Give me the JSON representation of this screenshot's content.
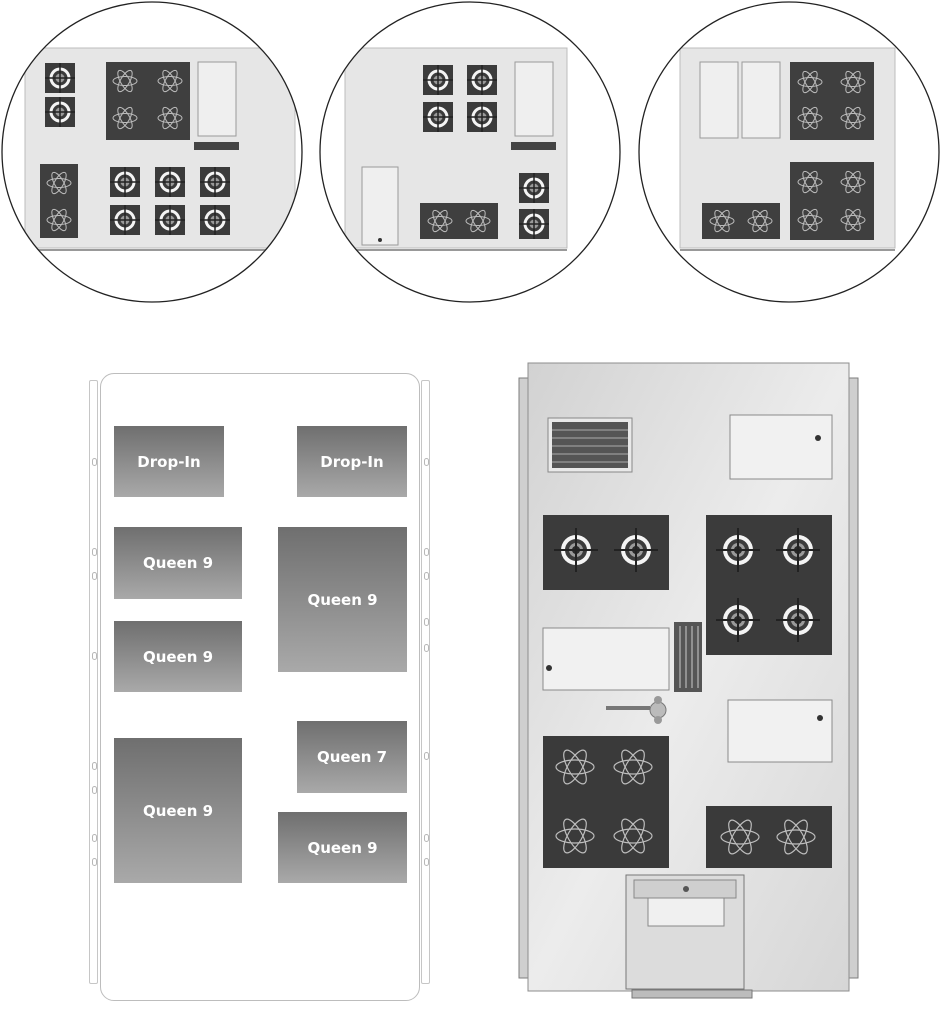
{
  "modules": [
    {
      "id": "drop-in-left",
      "label": "Drop-In"
    },
    {
      "id": "drop-in-right",
      "label": "Drop-In"
    },
    {
      "id": "queen9-a",
      "label": "Queen 9"
    },
    {
      "id": "queen9-b",
      "label": "Queen 9"
    },
    {
      "id": "queen9-c",
      "label": "Queen 9"
    },
    {
      "id": "queen7",
      "label": "Queen 7"
    },
    {
      "id": "queen9-d",
      "label": "Queen 9"
    },
    {
      "id": "queen9-e",
      "label": "Queen 9"
    }
  ],
  "colors": {
    "module_fill_top": "#6f6f6f",
    "module_fill_bottom": "#a9a9a9",
    "steel": "#dcdcdc",
    "cooktop_dark": "#3a3a3a",
    "outline": "#bdbdbd"
  },
  "icons": [
    "gas-burner-icon",
    "induction-zone-icon",
    "drop-in-lid-icon",
    "salamander-icon",
    "faucet-icon"
  ]
}
